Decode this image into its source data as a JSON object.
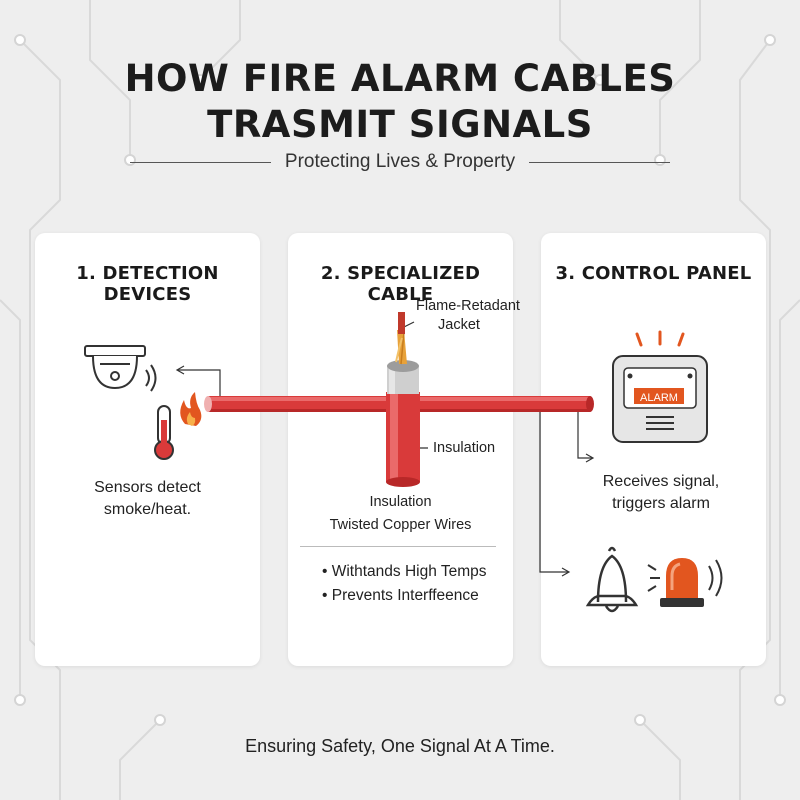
{
  "header": {
    "title_line1": "HOW FIRE ALARM CABLES",
    "title_line2": "TRASMIT SIGNALS",
    "subtitle": "Protecting Lives & Property"
  },
  "cards": {
    "detection": {
      "title": "1. DETECTION DEVICES",
      "caption_line1": "Sensors detect",
      "caption_line2": "smoke/heat."
    },
    "cable": {
      "title": "2. SPECIALIZED CABLE",
      "label_jacket_line1": "Flame-Retadant",
      "label_jacket_line2": "Jacket",
      "label_insulation_side": "Insulation",
      "label_insulation_bottom": "Insulation",
      "label_wires": "Twisted Copper Wires",
      "bullets": [
        "Withtands High Temps",
        "Prevents Interffeence"
      ]
    },
    "panel": {
      "title": "3. CONTROL PANEL",
      "panel_display": "ALARM",
      "caption_line1": "Receives signal,",
      "caption_line2": "triggers alarm"
    }
  },
  "footer": "Ensuring Safety, One Signal At A Time.",
  "colors": {
    "cable_red": "#d93a3a",
    "alarm_orange": "#e2561f",
    "background": "#eeeeee"
  },
  "icons": [
    "smoke-detector-icon",
    "thermometer-icon",
    "flame-icon",
    "control-panel-icon",
    "bell-icon",
    "strobe-light-icon"
  ]
}
